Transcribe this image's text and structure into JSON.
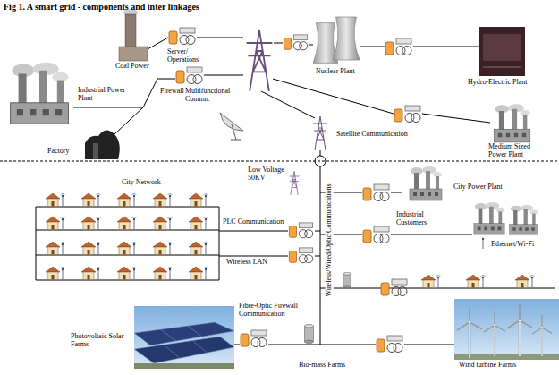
{
  "diagram": {
    "title": "Fig 1. A smart grid - components and inter linkages",
    "labels": [
      "Coal Power",
      "Server/ Operations",
      "Nuclear Plant",
      "Hydro-Electric Plant",
      "Industrial Power Plant",
      "Firewall",
      "Multifunctional Commn.",
      "Factory",
      "Satellite Communication",
      "Medium Sized Power Plant",
      "Low Voltage 50KV",
      "City Network",
      "City Power Plant",
      "PLC Communication",
      "Industrial Customers",
      "Wireless/Wired/Optic Communications",
      "Ethernet/Wi-Fi",
      "Wireless LAN",
      "Fibre-Optic Firewall Communication",
      "Photovoltaic Solar Farms",
      "Bio-mass Farms",
      "Wind turbine Farms"
    ]
  }
}
